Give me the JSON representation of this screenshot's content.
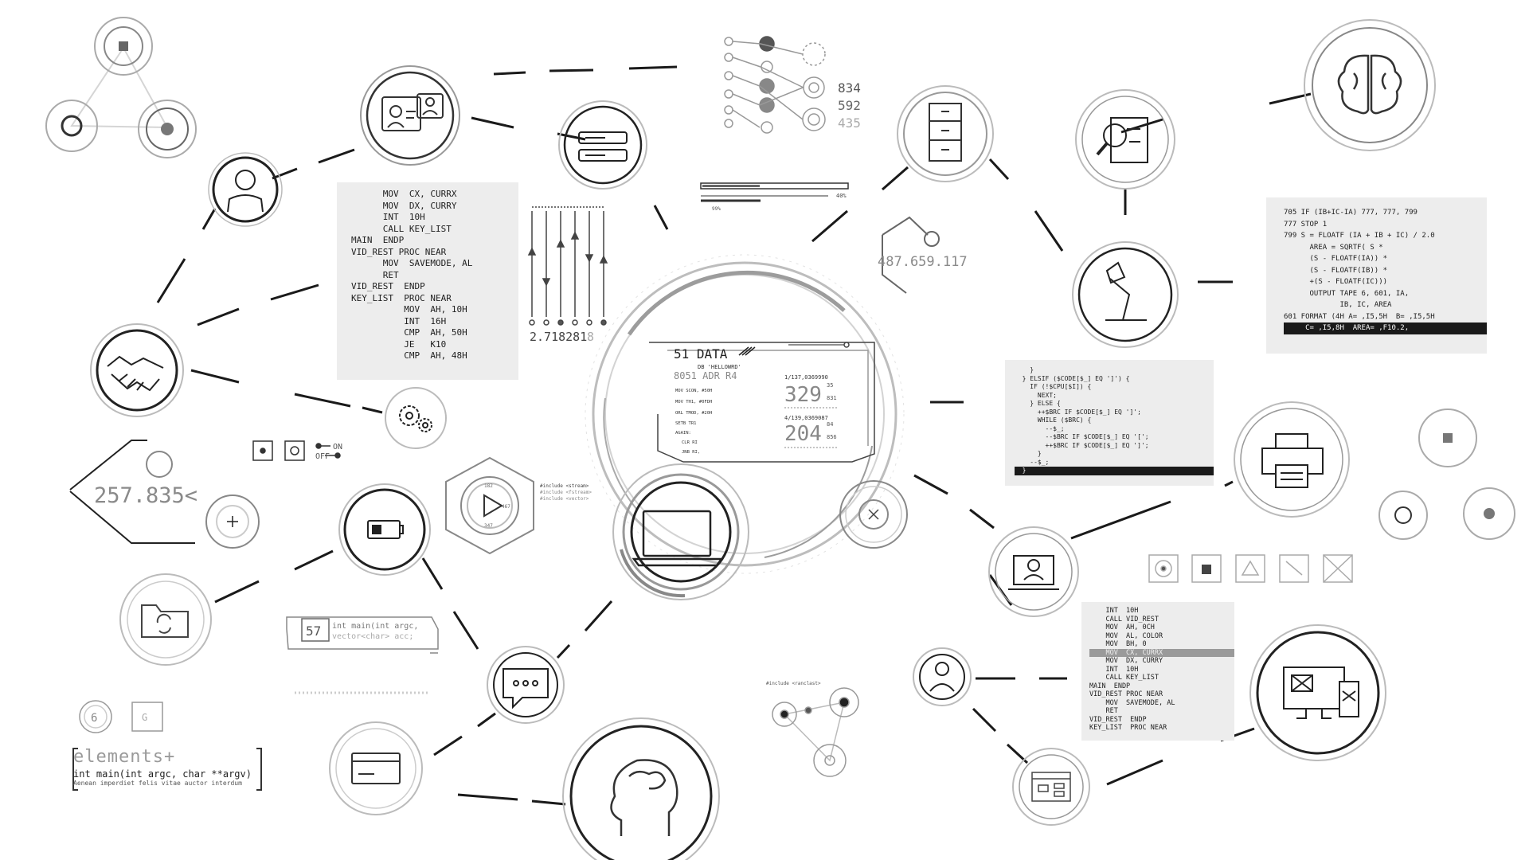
{
  "nodes": {
    "main": {
      "title": "51 DATA",
      "subtitle": "DB 'HELLOWRD'",
      "adr": "8051 ADR R4",
      "asm_lines": [
        "MOV SCON, #50H",
        "MOV TH1, #0FDH",
        "ORL TMOD, #20H",
        "SETB TR1",
        "AGAIN:",
        "CLR RI",
        "JNB RI,"
      ],
      "readout_1_label": "1/137,0369990",
      "readout_1_value": "329",
      "readout_1_sup": "35",
      "readout_1_sub": "831",
      "readout_2_label": "4/139,0369087",
      "readout_2_value": "204",
      "readout_2_sup": "84",
      "readout_2_sub": "856"
    },
    "stats": [
      "834",
      "592",
      "435"
    ],
    "value_487": "487.659.117",
    "value_257": "257.835<",
    "value_e": "2.718281",
    "value_e_suffix": "8",
    "value_57": "57",
    "progress_percent_1": "40%",
    "progress_percent_2": "99%",
    "toggle_on": "ON",
    "toggle_off": "OFF",
    "hex_labels": [
      "182",
      "467",
      "347"
    ],
    "hex_includes": [
      "#include <stream>",
      "#include <fstream>",
      "#include <vector>"
    ],
    "cpp_line1": "int main(int argc,",
    "cpp_line2": "vector<char> acc;",
    "small_num_6": "6",
    "small_num_box": "G",
    "elements_title": "elements+",
    "elements_code": "int main(int argc, char **argv)",
    "elements_tiny": "Aenean imperdiet felis vitae auctor interdum",
    "include_ranclast": "#include <ranclast>"
  },
  "code_left": [
    "      MOV  CX, CURRX",
    "      MOV  DX, CURRY",
    "      INT  10H",
    "      CALL KEY_LIST",
    "MAIN  ENDP",
    "VID_REST PROC NEAR",
    "      MOV  SAVEMODE, AL",
    "      RET",
    "VID_REST  ENDP",
    "KEY_LIST  PROC NEAR",
    "          MOV  AH, 10H",
    "          INT  16H",
    "          CMP  AH, 50H",
    "          JE   K10",
    "          CMP  AH, 48H"
  ],
  "code_fortran": [
    "705 IF (IB+IC-IA) 777, 777, 799",
    "777 STOP 1",
    "799 S = FLOATF (IA + IB + IC) / 2.0",
    "      AREA = SQRTF( S *",
    "      (S - FLOATF(IA)) *",
    "      (S - FLOATF(IB)) *",
    "      +(S - FLOATF(IC)))",
    "      OUTPUT TAPE 6, 601, IA,",
    "             IB, IC, AREA",
    "601 FORMAT (4H A= ,I5,5H  B= ,I5,5H",
    "     C= ,I5,8H  AREA= ,F10.2,"
  ],
  "code_perl": [
    "    }",
    "  } ELSIF ($CODE[$_] EQ ']') {",
    "    IF (!$CPU[$I]) {",
    "      NEXT;",
    "    } ELSE {",
    "      ++$BRC IF $CODE[$_] EQ ']';",
    "      WHILE ($BRC) {",
    "        --$_;",
    "        --$BRC IF $CODE[$_] EQ '[';",
    "        ++$BRC IF $CODE[$_] EQ ']';",
    "      }",
    "    --$_;",
    "  }"
  ],
  "code_right": [
    "    INT  10H",
    "    CALL VID_REST",
    "    MOV  AH, 0CH",
    "    MOV  AL, COLOR",
    "    MOV  BH, 0",
    "    MOV  CX, CURRX",
    "    MOV  DX, CURRY",
    "    INT  10H",
    "    CALL KEY_LIST",
    "MAIN  ENDP",
    "VID_REST PROC NEAR",
    "    MOV  SAVEMODE, AL",
    "    RET",
    "VID_REST  ENDP",
    "KEY_LIST  PROC NEAR"
  ],
  "icons": [
    "triangle-network-icon",
    "chat-profiles-icon",
    "user-icon",
    "handshake-icon",
    "gears-icon",
    "battery-icon",
    "folder-sync-icon",
    "credit-card-icon",
    "chat-bubble-icon",
    "head-brain-icon",
    "laptop-icon",
    "server-icon",
    "node-graph-icon",
    "filing-cabinet-icon",
    "document-search-icon",
    "brain-icon",
    "desk-lamp-icon",
    "printer-icon",
    "video-call-icon",
    "woman-user-icon",
    "responsive-devices-icon",
    "flowchart-window-icon",
    "play-hex-icon",
    "target-icon"
  ],
  "colors": {
    "line": "#1a1a1a",
    "ring": "#b5b5b5",
    "panel": "#ededed",
    "text_grey": "#8e8e8e"
  }
}
